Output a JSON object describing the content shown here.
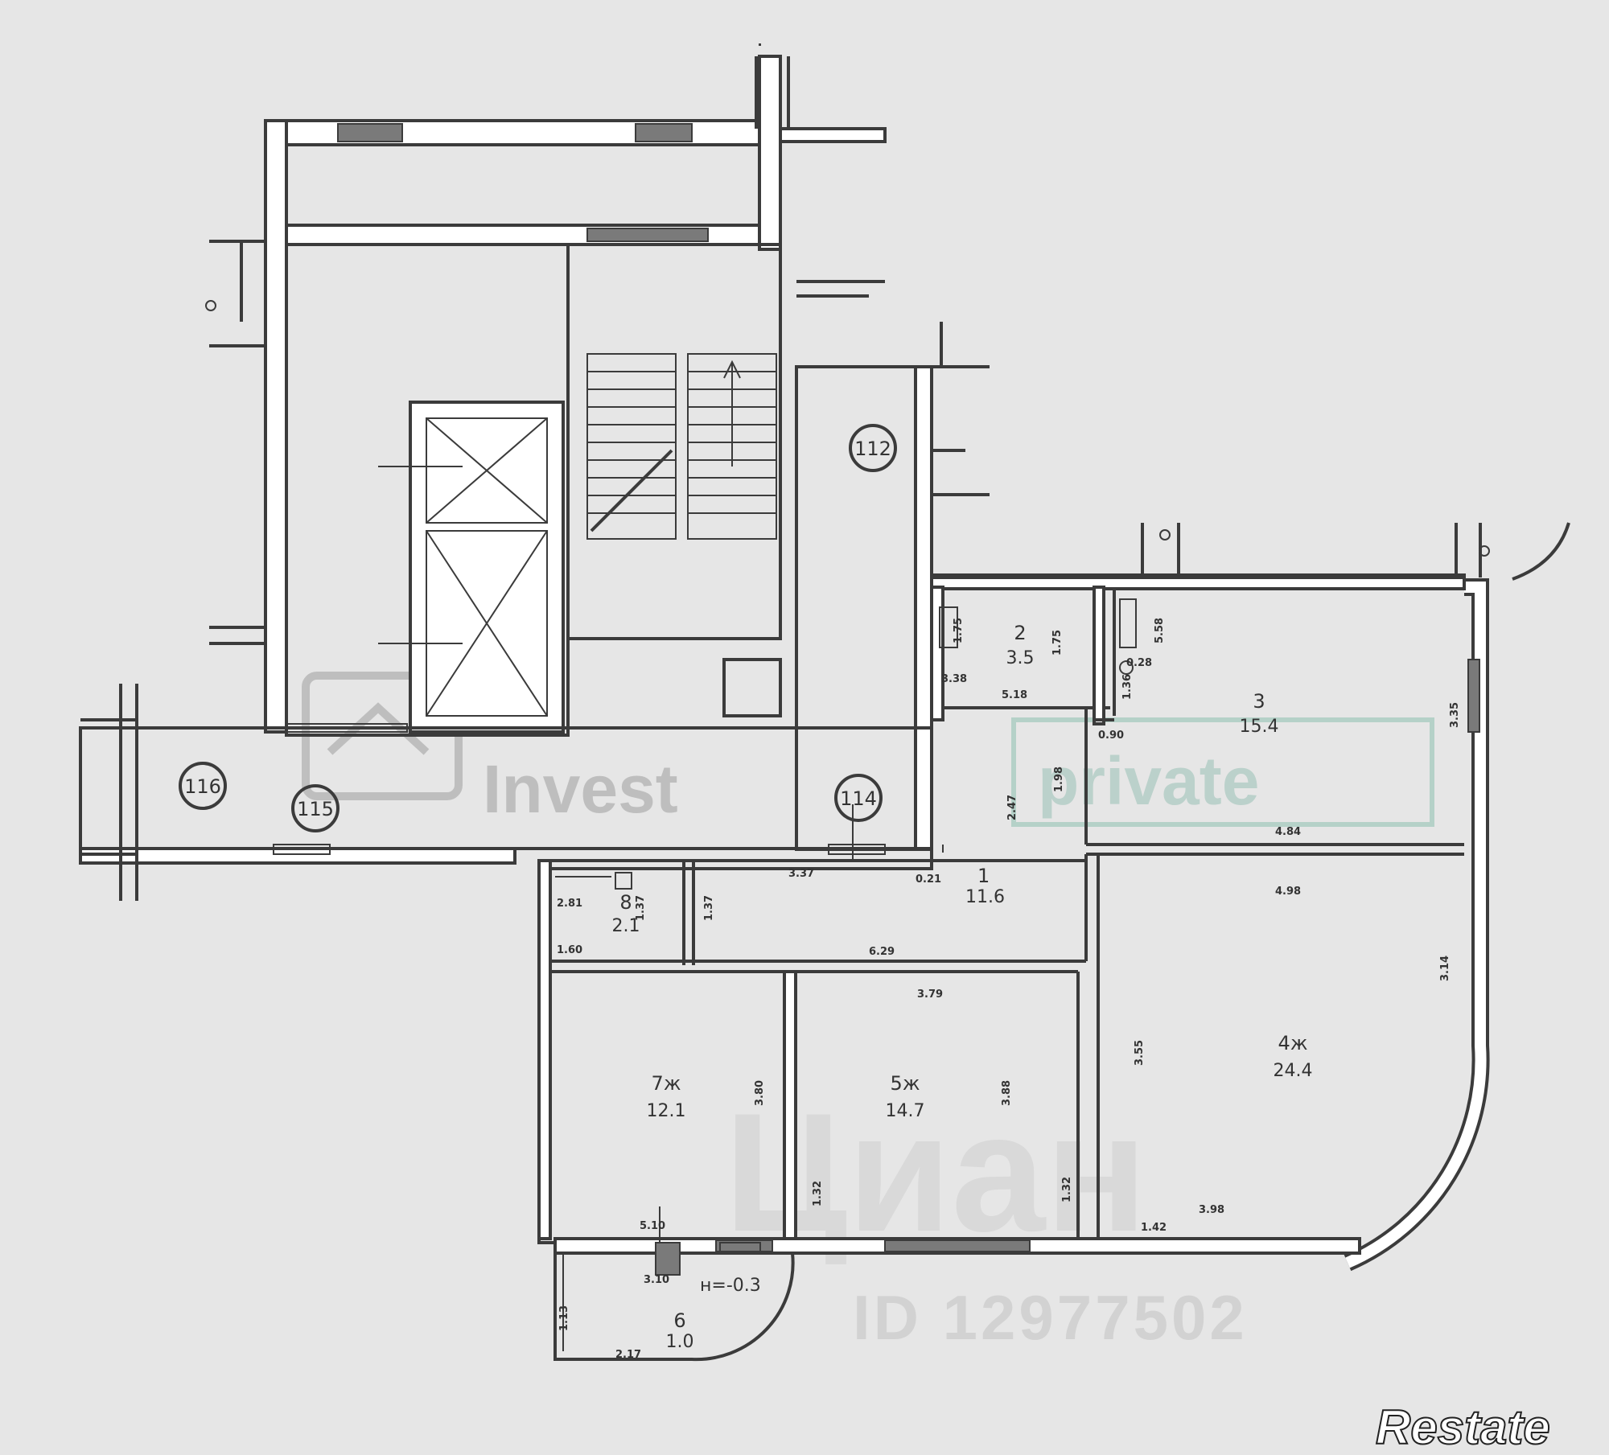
{
  "watermarks": {
    "invest": "Invest",
    "private": "private",
    "listing_id": "ID 12977502",
    "cian": "Циан",
    "brand": "Restate"
  },
  "axes": [
    "112",
    "116",
    "115",
    "114"
  ],
  "rooms": [
    {
      "num": "1",
      "area": "11.6"
    },
    {
      "num": "2",
      "area": "3.5"
    },
    {
      "num": "3",
      "area": "15.4"
    },
    {
      "num": "4ж",
      "area": "24.4"
    },
    {
      "num": "5ж",
      "area": "14.7"
    },
    {
      "num": "6",
      "area": "1.0"
    },
    {
      "num": "7ж",
      "area": "12.1"
    },
    {
      "num": "8",
      "area": "2.1"
    }
  ],
  "balcony_level": "н=-0.3",
  "dimensions": [
    "3.37",
    "0.21",
    "2.47",
    "1.98",
    "6.29",
    "3.79",
    "1.37",
    "2.81",
    "1.60",
    "1.37",
    "5.18",
    "3.38",
    "1.75",
    "1.75",
    "1.36",
    "5.58",
    "0.28",
    "0.90",
    "4.84",
    "3.35",
    "4.98",
    "3.14",
    "3.55",
    "1.42",
    "3.98",
    "3.80",
    "1.32",
    "1.32",
    "3.88",
    "5.10",
    "3.10",
    "1.13",
    "2.17"
  ]
}
